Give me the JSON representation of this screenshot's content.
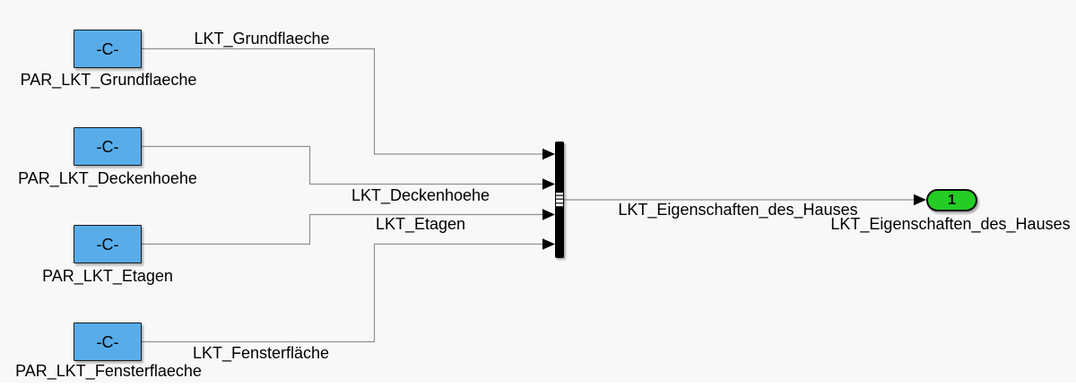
{
  "colors": {
    "background": "#f8f8f8",
    "block_fill": "#58ade9",
    "block_border": "#16191d",
    "wire": "#909090",
    "outport_fill": "#24cd24",
    "text": "#000000"
  },
  "blocks": [
    {
      "value": "-C-",
      "name": "PAR_LKT_Grundflaeche"
    },
    {
      "value": "-C-",
      "name": "PAR_LKT_Deckenhoehe"
    },
    {
      "value": "-C-",
      "name": "PAR_LKT_Etagen"
    },
    {
      "value": "-C-",
      "name": "PAR_LKT_Fensterflaeche"
    }
  ],
  "signals": [
    {
      "label": "LKT_Grundflaeche"
    },
    {
      "label": "LKT_Deckenhoehe"
    },
    {
      "label": "LKT_Etagen"
    },
    {
      "label": "LKT_Fensterfläche"
    },
    {
      "label": "LKT_Eigenschaften_des_Hauses"
    }
  ],
  "mux": {
    "icon": "bus-creator-bar"
  },
  "outport": {
    "number": "1",
    "name": "LKT_Eigenschaften_des_Hauses"
  }
}
